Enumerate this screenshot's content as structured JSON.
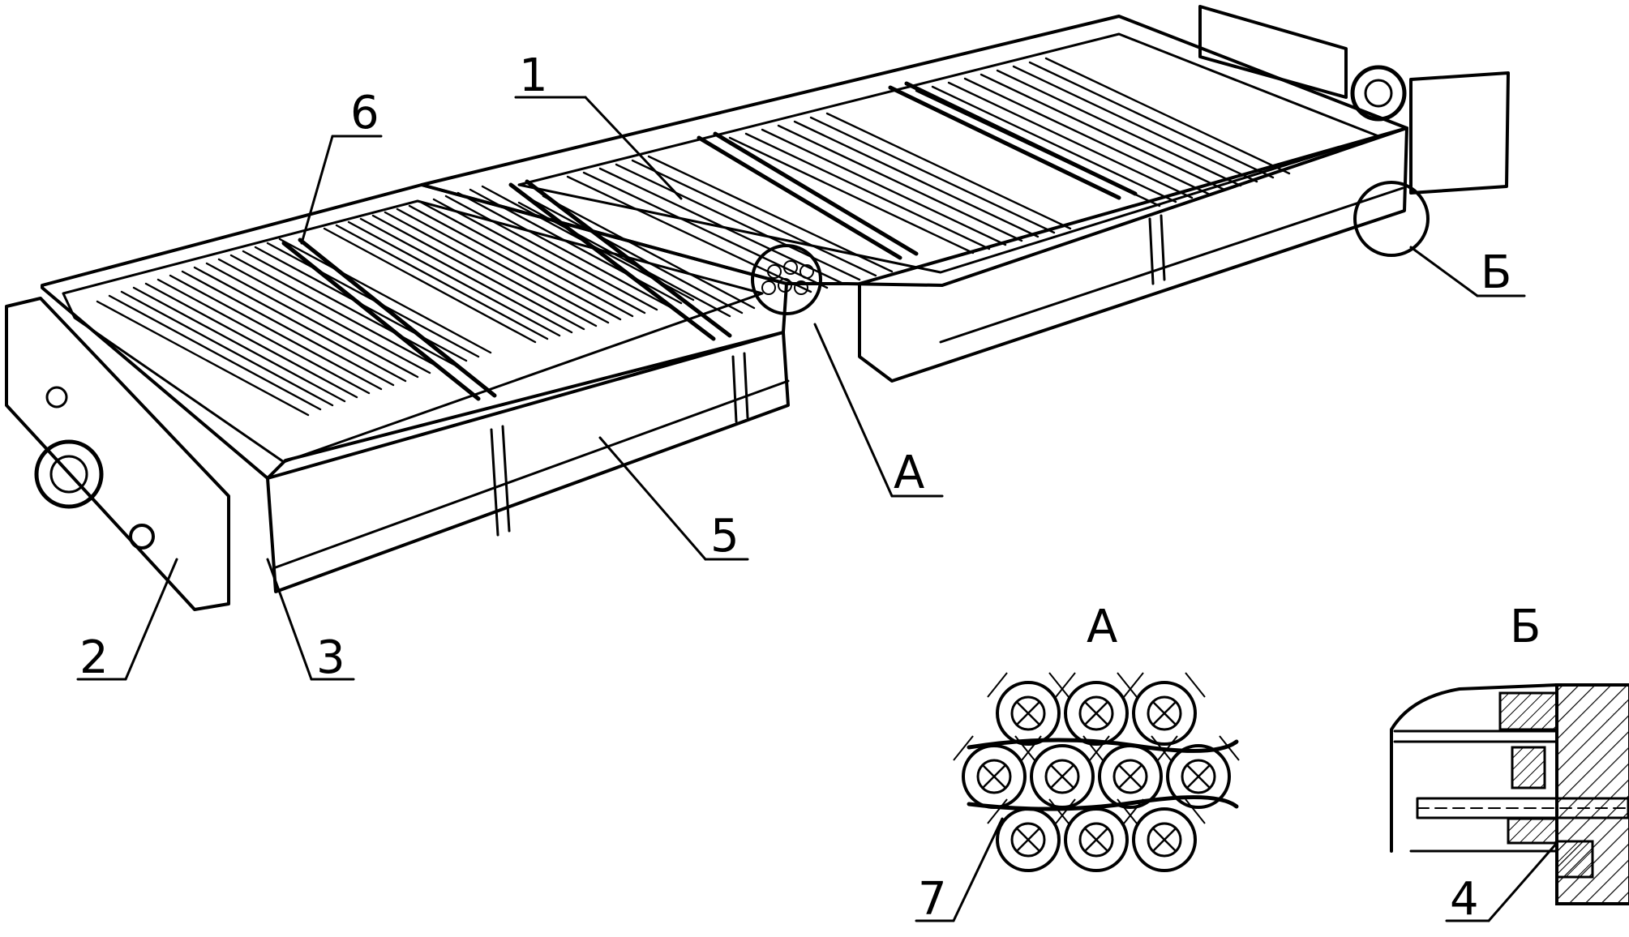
{
  "colors": {
    "ink": "#000000",
    "paper": "#ffffff"
  },
  "callouts": {
    "c1": "1",
    "c2": "2",
    "c3": "3",
    "c4": "4",
    "c5": "5",
    "c6": "6",
    "c7": "7",
    "view_a": "А",
    "view_b": "Б"
  },
  "detail_views": {
    "a_title": "А",
    "b_title": "Б"
  }
}
